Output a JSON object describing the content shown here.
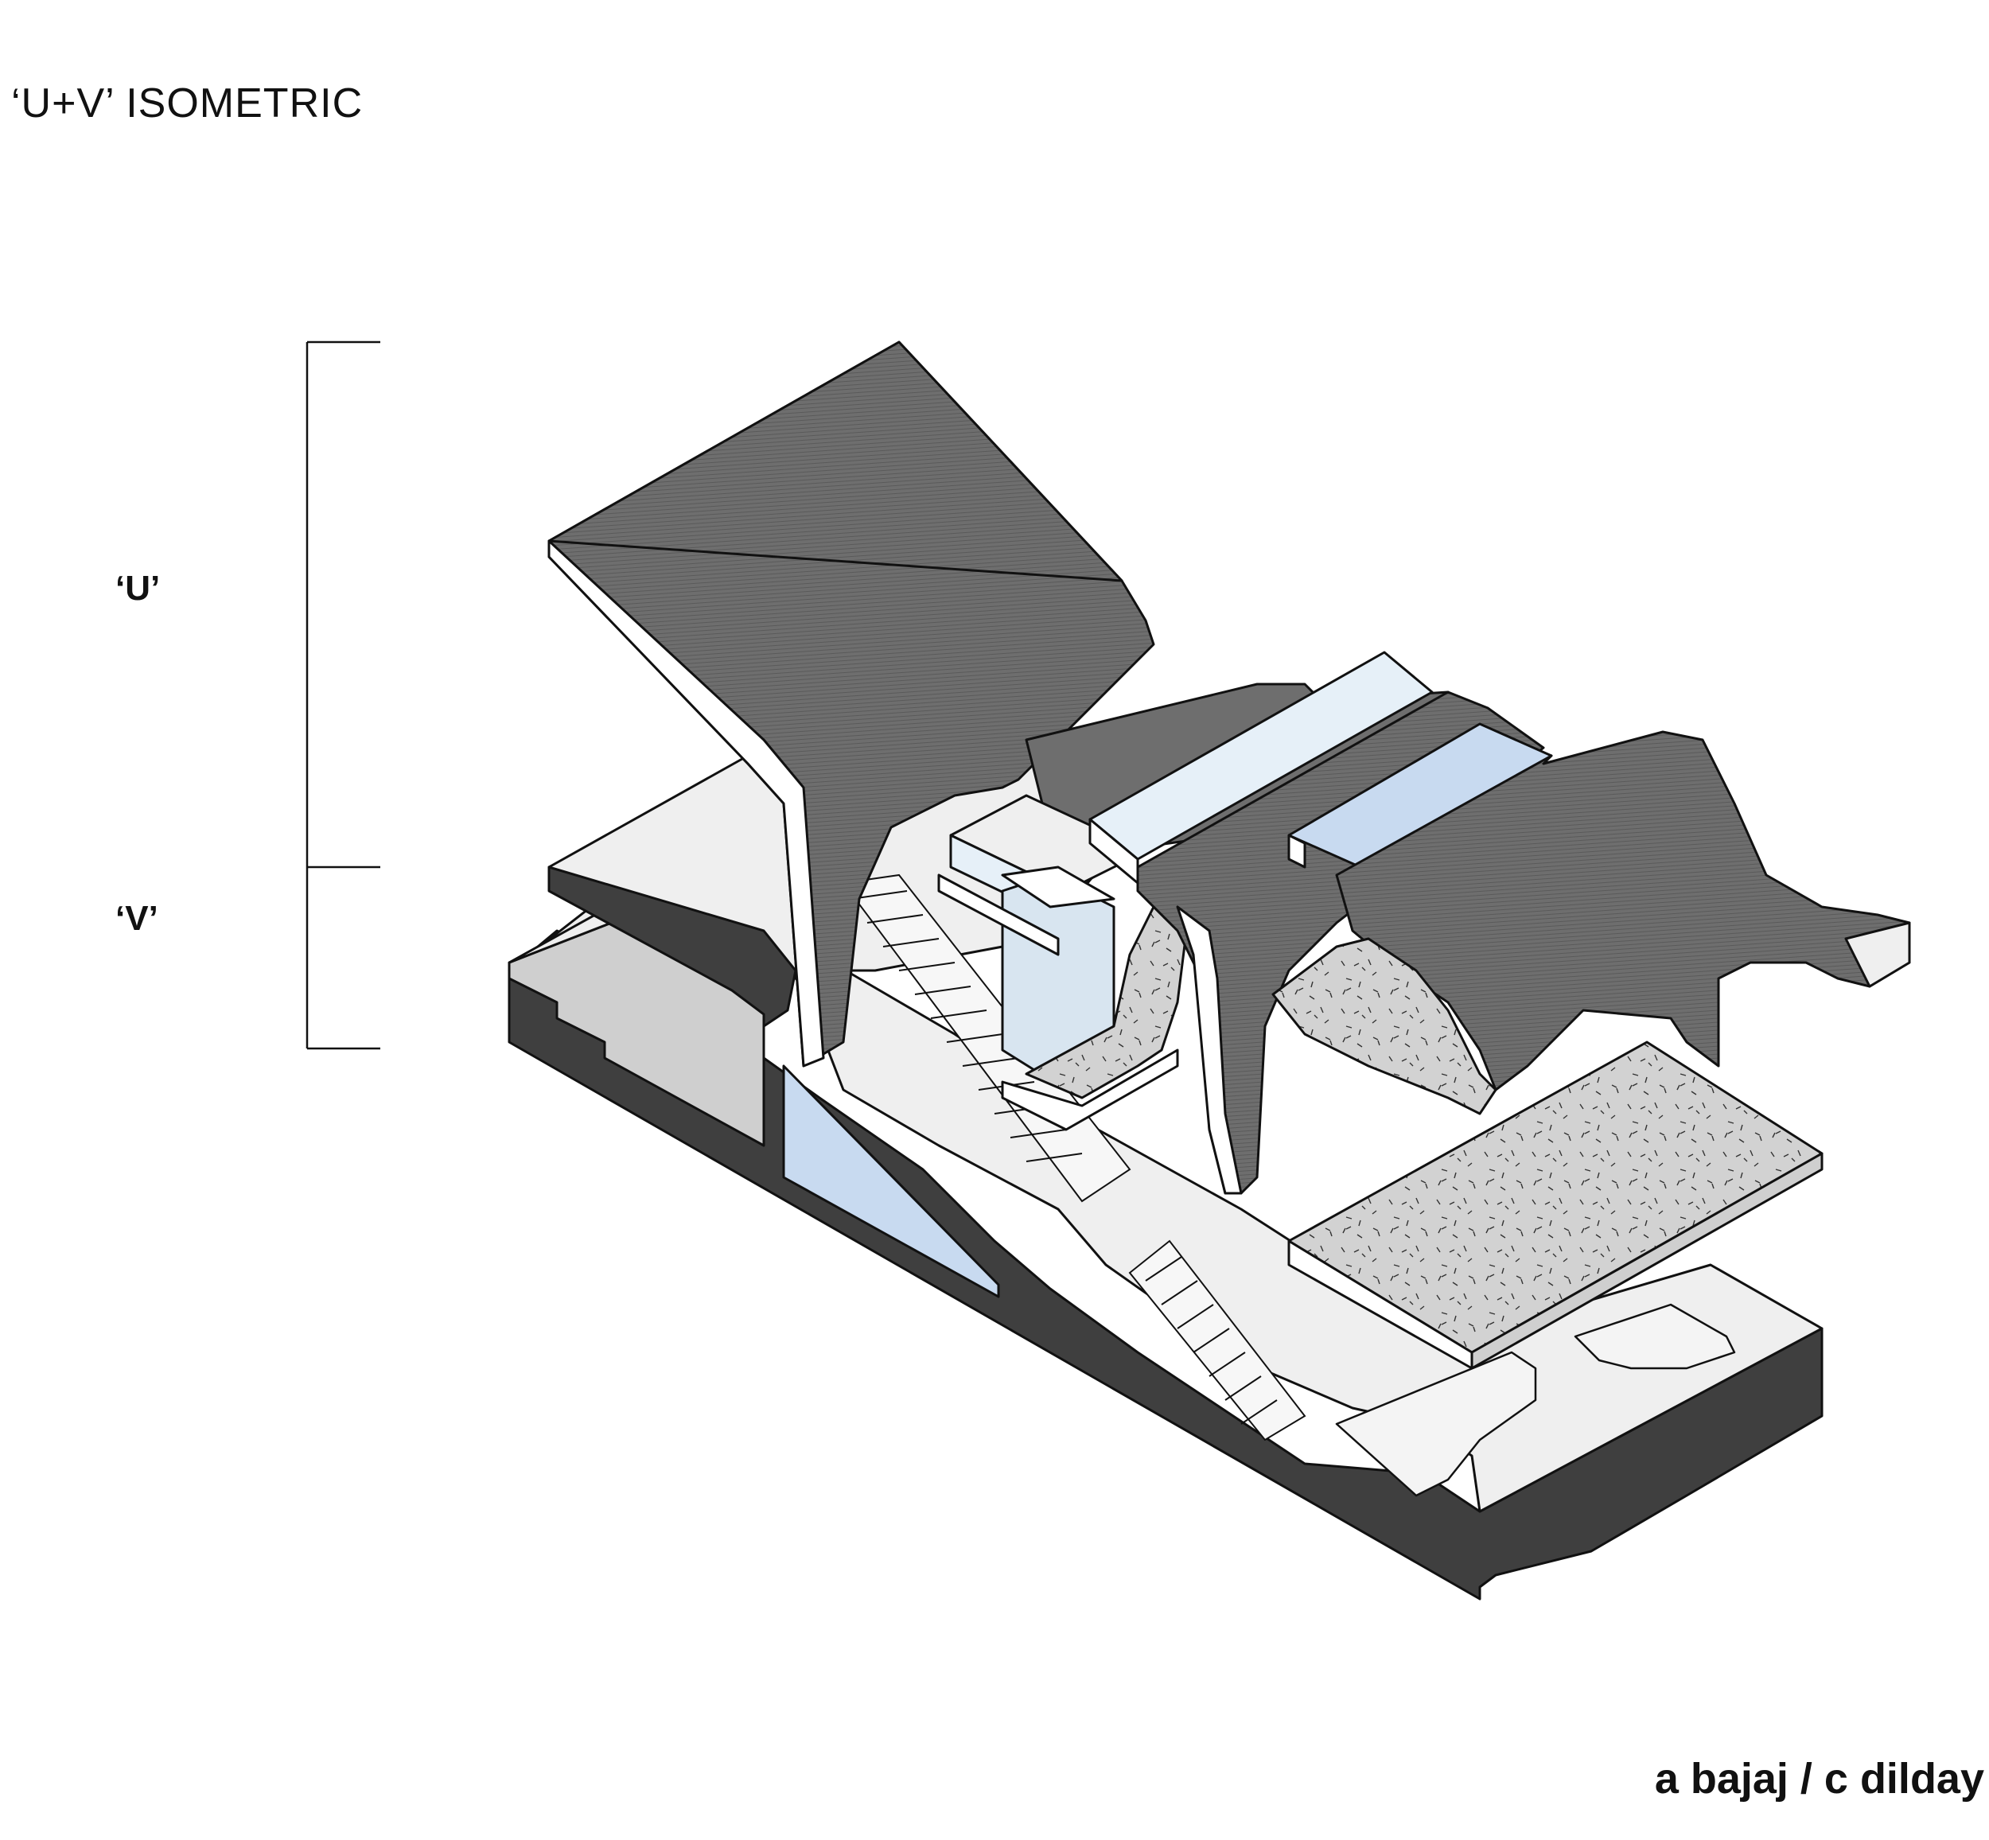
{
  "title": "‘U+V’ ISOMETRIC",
  "labels": {
    "u": "‘U’",
    "v": "‘V’"
  },
  "credit": "a bajaj / c dilday",
  "colors": {
    "dark_grey": "#6e6e6e",
    "base_dark": "#3f3f3f",
    "light_floor": "#efefef",
    "glass_light": "#e6f0f8",
    "glass_blue": "#c8daf0",
    "speckle": "#d2d2d2",
    "outline": "#111111"
  }
}
